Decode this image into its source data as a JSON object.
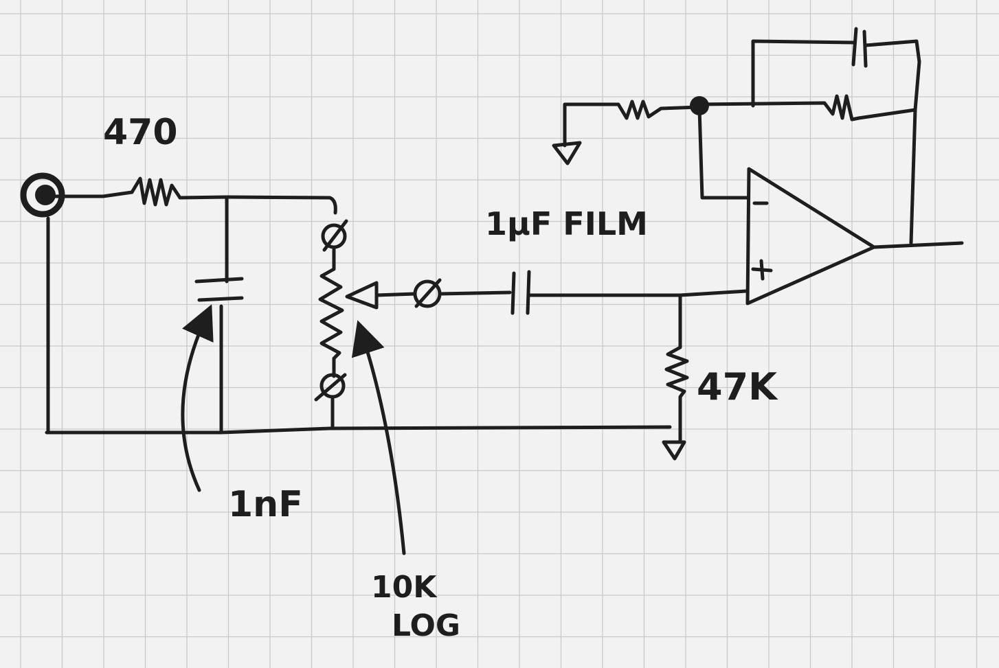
{
  "diagram": {
    "labels": {
      "r_in": "470",
      "c_shunt": "1nF",
      "pot": "10K",
      "pot_taper": "LOG",
      "c_coupling": "1μF FILM",
      "r_bias": "47K"
    },
    "colors": {
      "paper": "#f2f2f2",
      "grid": "#c9c9c9",
      "ink": "#1e1e1e"
    }
  }
}
